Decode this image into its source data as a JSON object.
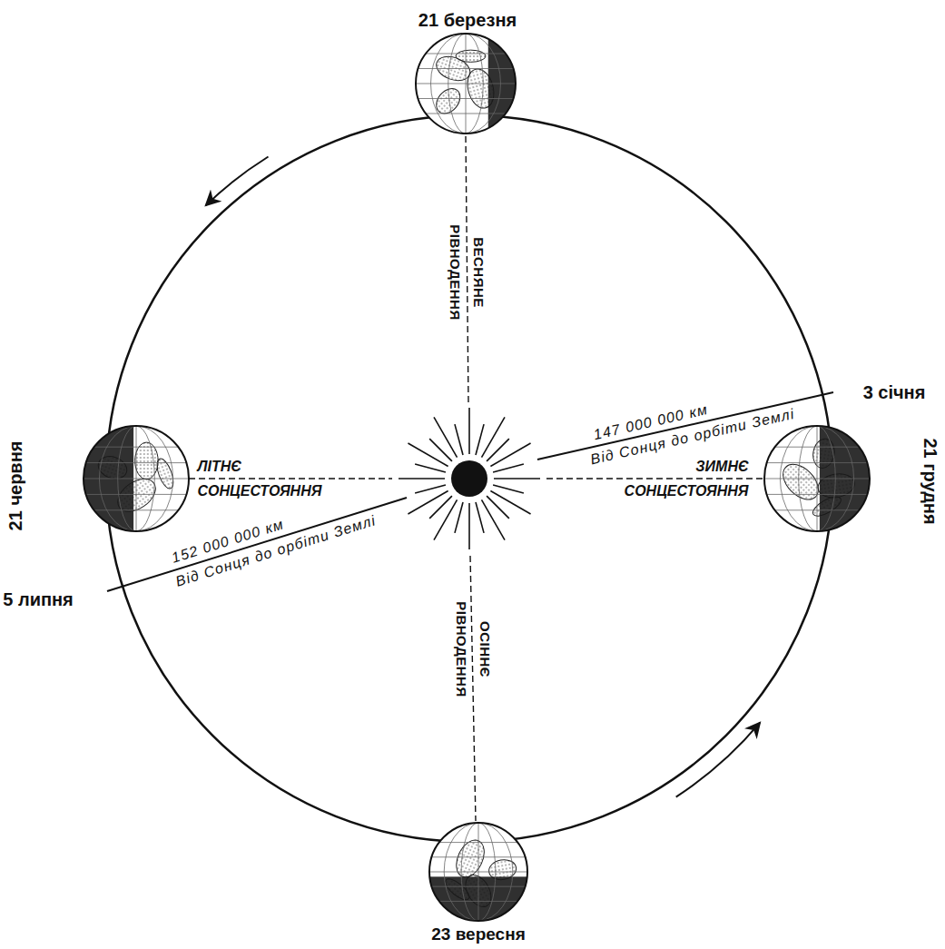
{
  "diagram": {
    "labels": [
      "21 березня",
      "ВЕСНЯНЕ РІВНОДЕННЯ",
      "3 січня",
      "21 грудня",
      "147 000 000 км",
      "Від Сонця до орбіти Землі",
      "ЗИМНЄ СОНЦЕСТОЯННЯ",
      "ЛІТНЄ СОНЦЕСТОЯННЯ",
      "21 червня",
      "5 липня",
      "152 000 000 км",
      "Від Сонця до орбіти Землі",
      "ОСІННЄ РІВНОДЕННЯ",
      "23 вересня"
    ]
  }
}
